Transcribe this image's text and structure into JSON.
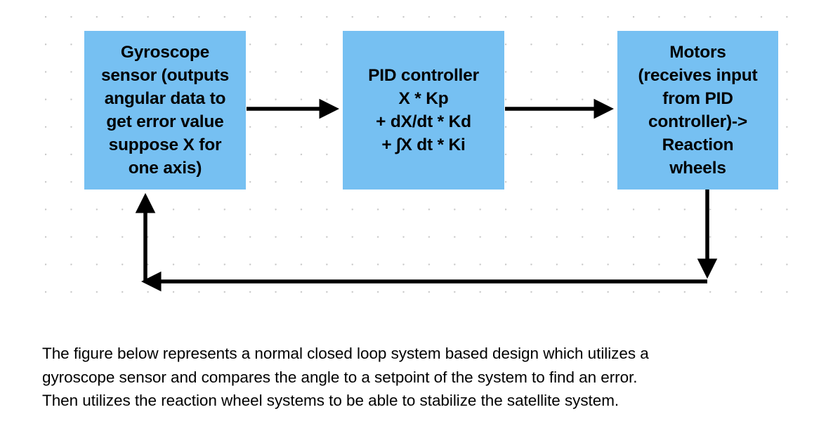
{
  "diagram": {
    "title": "Closed loop satellite attitude control block diagram",
    "background": {
      "style": "dotted-grid",
      "dot_color": "#c8c8c8",
      "page_color": "#ffffff"
    },
    "box_fill_color": "#76c0f2",
    "connector_color": "#000000",
    "blocks": [
      {
        "id": "gyroscope",
        "label": "Gyroscope\nsensor (outputs\nangular data to\nget error value\nsuppose X for\none axis)"
      },
      {
        "id": "pid",
        "label": "PID controller\nX * Kp\n+ dX/dt * Kd\n+ ∫X dt * Ki"
      },
      {
        "id": "motors",
        "label": "Motors\n(receives input\nfrom PID\ncontroller)->\nReaction\nwheels"
      }
    ],
    "connectors": [
      {
        "id": "gyro-to-pid",
        "from": "gyroscope",
        "to": "pid",
        "direction": "right",
        "label": ""
      },
      {
        "id": "pid-to-motors",
        "from": "pid",
        "to": "motors",
        "direction": "right",
        "label": ""
      },
      {
        "id": "motors-feedback-down",
        "from": "motors",
        "to": "feedback-bus",
        "direction": "down",
        "label": ""
      },
      {
        "id": "feedback-bus-left",
        "from": "feedback-bus",
        "to": "feedback-corner",
        "direction": "left",
        "label": ""
      },
      {
        "id": "feedback-to-gyro",
        "from": "feedback-corner",
        "to": "gyroscope",
        "direction": "up",
        "label": ""
      }
    ]
  },
  "caption": {
    "text": "The figure below represents a normal closed loop system based design which utilizes a\ngyroscope sensor and compares the angle to a setpoint of the system to find an error.\nThen utilizes the reaction wheel systems to be able to stabilize the satellite system."
  }
}
